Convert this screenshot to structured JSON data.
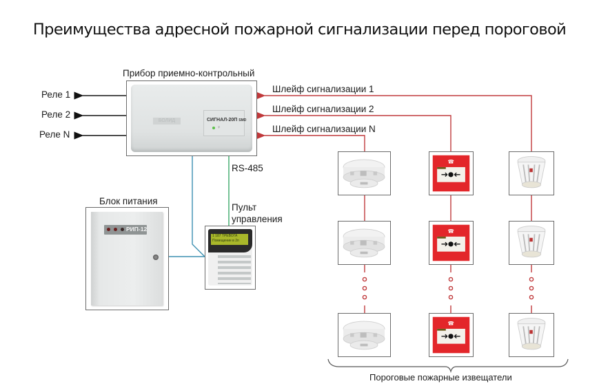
{
  "title": "Преимущества адресной пожарной сигнализации перед пороговой",
  "panel": {
    "label": "Прибор приемно-контрольный",
    "device_name": "СИГНАЛ-20П",
    "device_suffix": "SMD",
    "brand_plate": "БОЛИД"
  },
  "relays": [
    {
      "label": "Реле 1"
    },
    {
      "label": "Реле 2"
    },
    {
      "label": "Реле N"
    }
  ],
  "loops": [
    {
      "label": "Шлейф сигнализации 1"
    },
    {
      "label": "Шлейф сигнализации 2"
    },
    {
      "label": "Шлейф сигнализации N"
    }
  ],
  "bus_label": "RS-485",
  "power_supply": {
    "label": "Блок питания",
    "model": "РИП-12"
  },
  "keypad": {
    "label_line1": "Пульт",
    "label_line2": "управления",
    "display_line1": "1 187 ТРЕВОГА",
    "display_line2": "Помещение в 2п"
  },
  "detectors": {
    "caption": "Пороговые пожарные извещатели",
    "columns": [
      {
        "type": "smoke-detector"
      },
      {
        "type": "manual-call-point"
      },
      {
        "type": "heat-detector"
      }
    ]
  },
  "colors": {
    "loop_wire": "#c0393b",
    "relay_arrow": "#111111",
    "power_wire": "#3a8fb0",
    "bus_wire": "#3aa86a",
    "call_point_red": "#e3262a"
  }
}
